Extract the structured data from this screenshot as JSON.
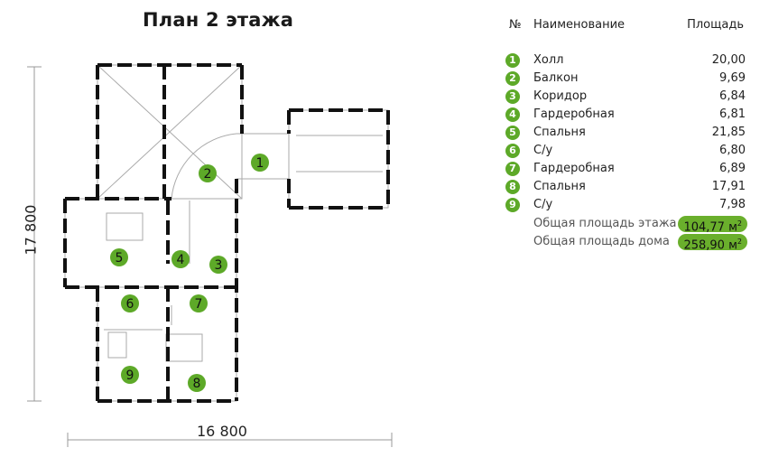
{
  "title": "План 2 этажа",
  "dimensions": {
    "width": "16 800",
    "height": "17 800"
  },
  "table": {
    "headers": {
      "num": "№",
      "name": "Наименование",
      "area": "Площадь"
    },
    "rows": [
      {
        "num": "1",
        "name": "Холл",
        "area": "20,00"
      },
      {
        "num": "2",
        "name": "Балкон",
        "area": "9,69"
      },
      {
        "num": "3",
        "name": "Коридор",
        "area": "6,84"
      },
      {
        "num": "4",
        "name": "Гардеробная",
        "area": "6,81"
      },
      {
        "num": "5",
        "name": "Спальня",
        "area": "21,85"
      },
      {
        "num": "6",
        "name": "С/у",
        "area": "6,80"
      },
      {
        "num": "7",
        "name": "Гардеробная",
        "area": "6,89"
      },
      {
        "num": "8",
        "name": "Спальня",
        "area": "17,91"
      },
      {
        "num": "9",
        "name": "С/у",
        "area": "7,98"
      }
    ],
    "totals": [
      {
        "label": "Общая площадь этажа",
        "value": "104,77 м",
        "unit_sup": "2"
      },
      {
        "label": "Общая площадь дома",
        "value": "258,90 м",
        "unit_sup": "2"
      }
    ]
  },
  "room_markers": [
    {
      "num": "1"
    },
    {
      "num": "2"
    },
    {
      "num": "3"
    },
    {
      "num": "4"
    },
    {
      "num": "5"
    },
    {
      "num": "6"
    },
    {
      "num": "7"
    },
    {
      "num": "8"
    },
    {
      "num": "9"
    }
  ],
  "colors": {
    "accent": "#5da928",
    "wall": "#111111",
    "thin_line": "#999999"
  }
}
